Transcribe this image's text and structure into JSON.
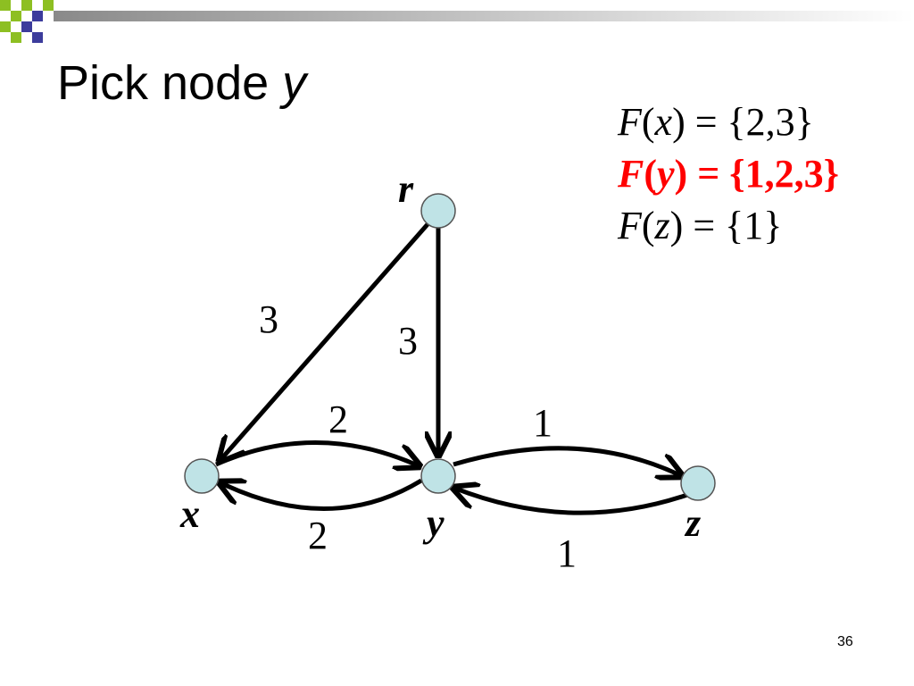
{
  "slide": {
    "title_prefix": "Pick node",
    "title_var": "y",
    "page_number": "36"
  },
  "formulas": [
    {
      "f": "F",
      "var": "x",
      "rhs": " = {2,3}",
      "highlight": false
    },
    {
      "f": "F",
      "var": "y",
      "rhs": " = {1,2,3}",
      "highlight": true
    },
    {
      "f": "F",
      "var": "z",
      "rhs": " = {1}",
      "highlight": false
    }
  ],
  "graph": {
    "nodes": [
      {
        "id": "r",
        "label": "r"
      },
      {
        "id": "x",
        "label": "x"
      },
      {
        "id": "y",
        "label": "y"
      },
      {
        "id": "z",
        "label": "z"
      }
    ],
    "edges": [
      {
        "from": "r",
        "to": "x",
        "weight": "3"
      },
      {
        "from": "r",
        "to": "y",
        "weight": "3"
      },
      {
        "from": "x",
        "to": "y",
        "weight": "2"
      },
      {
        "from": "y",
        "to": "x",
        "weight": "2"
      },
      {
        "from": "y",
        "to": "z",
        "weight": "1"
      },
      {
        "from": "z",
        "to": "y",
        "weight": "1"
      }
    ],
    "node_fill": "#bfe3e6",
    "node_stroke": "#555555"
  },
  "colors": {
    "highlight": "#ff0000",
    "accent_green": "#8dbf22",
    "accent_blue": "#3c3c9c"
  }
}
